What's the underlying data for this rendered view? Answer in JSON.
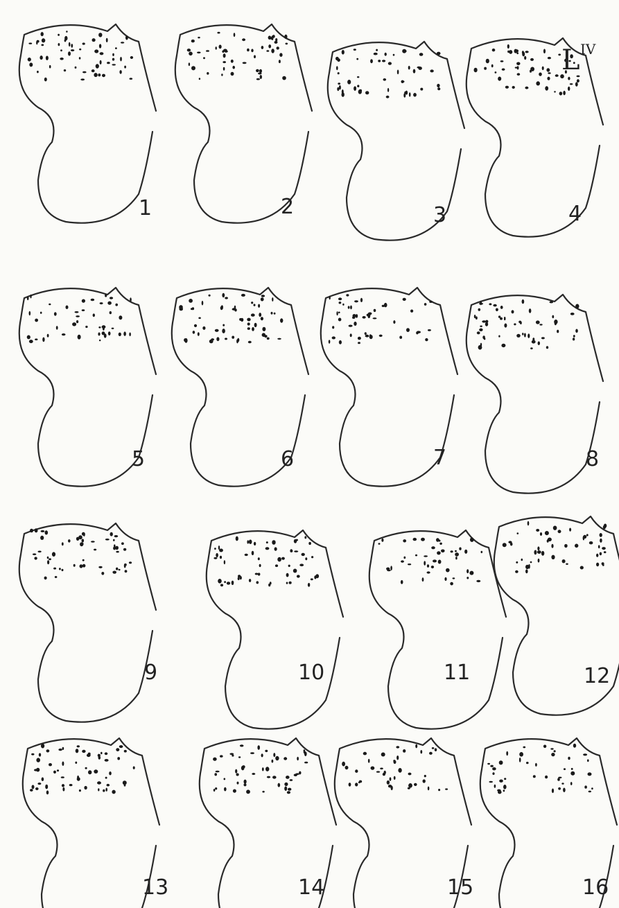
{
  "segment_label": {
    "main": "L",
    "sup": "IV"
  },
  "sections": [
    {
      "number": "1"
    },
    {
      "number": "2"
    },
    {
      "number": "3"
    },
    {
      "number": "4"
    },
    {
      "number": "5"
    },
    {
      "number": "6"
    },
    {
      "number": "7"
    },
    {
      "number": "8"
    },
    {
      "number": "9"
    },
    {
      "number": "10"
    },
    {
      "number": "11"
    },
    {
      "number": "12"
    },
    {
      "number": "13"
    },
    {
      "number": "14"
    },
    {
      "number": "15"
    },
    {
      "number": "16"
    }
  ]
}
